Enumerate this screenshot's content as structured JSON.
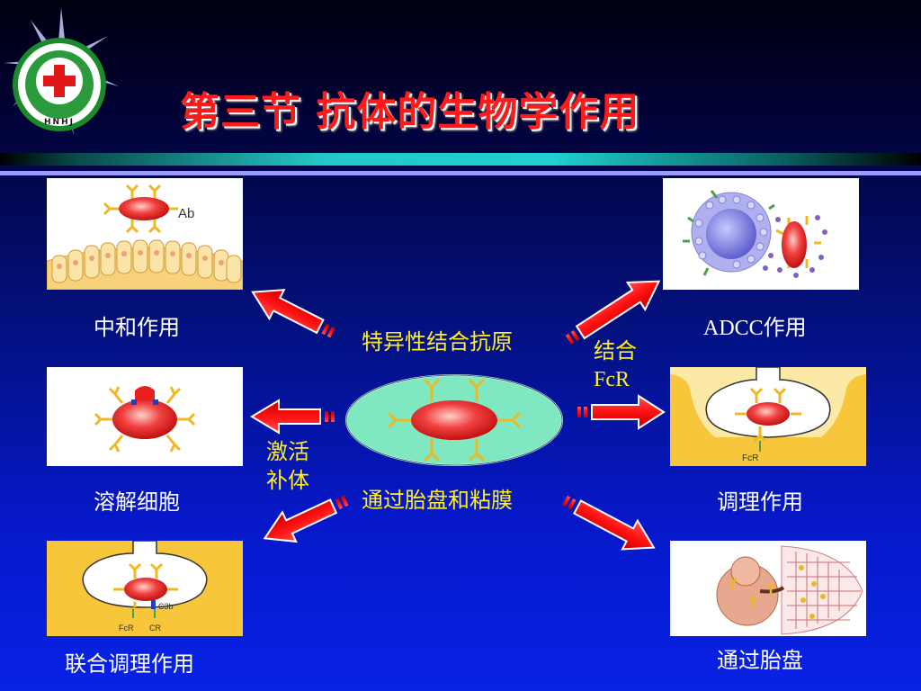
{
  "title": "第三节  抗体的生物学作用",
  "logo": {
    "text": "HNHJ"
  },
  "panels": {
    "neutralization": {
      "label": "中和作用",
      "ab_label": "Ab"
    },
    "adcc": {
      "label": "ADCC作用"
    },
    "lysis": {
      "label": "溶解细胞"
    },
    "opsonization": {
      "label": "调理作用",
      "fcr_label": "FcR"
    },
    "joint_opsonization": {
      "label": "联合调理作用",
      "fcr_label": "FcR",
      "cr_label": "CR",
      "c3b_label": "C3b"
    },
    "placenta": {
      "label": "通过胎盘"
    }
  },
  "center": {
    "top_label": "特异性结合抗原",
    "bottom_label": "通过胎盘和粘膜",
    "left_label_line1": "激活",
    "left_label_line2": "补体",
    "right_label_line1": "结合",
    "right_label_line2": "FcR"
  },
  "colors": {
    "title": "#ff1a1a",
    "arrow": "#ff1010",
    "center_ellipse": "#7fe8c0",
    "yellow_text": "#ffee22"
  }
}
